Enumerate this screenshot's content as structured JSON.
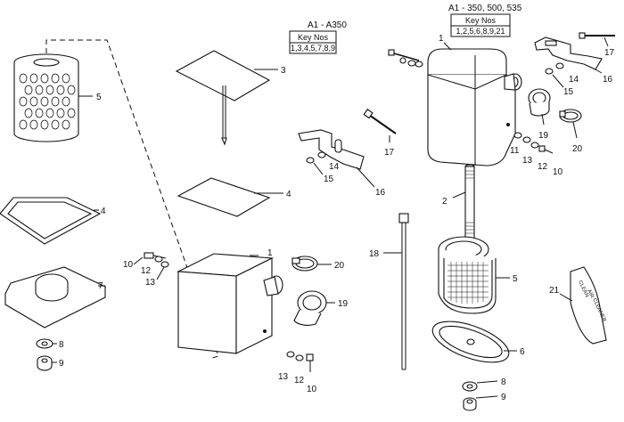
{
  "diagram": {
    "headers": {
      "left": {
        "model": "A1 - A350",
        "key_title": "Key Nos",
        "key_numbers": "1,3,4,5,7,8,9"
      },
      "right": {
        "model": "A1  - 350, 500, 535",
        "key_title": "Key Nos",
        "key_numbers": "1,2,5,6,8,9,21"
      }
    },
    "labels": {
      "left_filter_5": "5",
      "left_gasket_4": "4",
      "left_cover_7": "7",
      "left_washer_8": "8",
      "left_nut_9": "9",
      "mid_plate_3": "3",
      "mid_pad_4": "4",
      "mid_box_1": "1",
      "mid_bolt_10": "10",
      "mid_washer_12": "12",
      "mid_nut_13": "13",
      "mid_clip_20": "20",
      "mid_hose_19": "19",
      "mid_bracket_16": "16",
      "mid_washer_14": "14",
      "mid_nut_15": "15",
      "mid_bolt_17": "17",
      "mid_bottom_13": "13",
      "mid_bottom_12": "12",
      "mid_bottom_10": "10",
      "right_box_1": "1",
      "right_bolt_17": "17",
      "right_bracket_16": "16",
      "right_washer_14": "14",
      "right_nut_15": "15",
      "right_hose_19": "19",
      "right_clip_20": "20",
      "right_11": "11",
      "right_13": "13",
      "right_12": "12",
      "right_10": "10",
      "right_stud_2": "2",
      "right_strap_18": "18",
      "right_filter_5": "5",
      "right_label_21": "21",
      "right_gasket_6": "6",
      "right_washer_8": "8",
      "right_nut_9": "9"
    },
    "label_card_text": [
      "CLEAN",
      "AIR",
      "CLEANER"
    ]
  }
}
